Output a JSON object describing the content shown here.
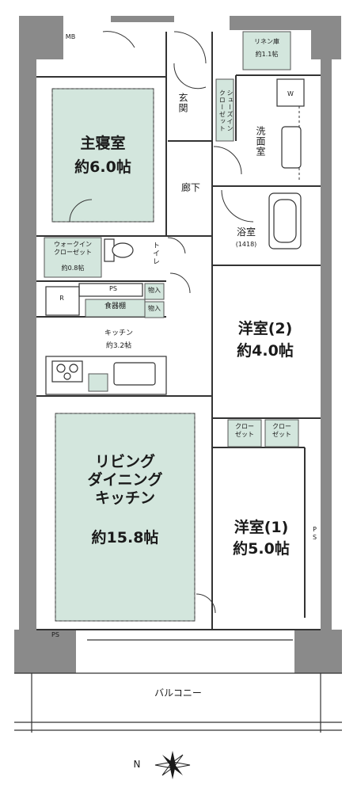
{
  "rooms": {
    "master_bedroom": {
      "name": "主寝室",
      "size": "約6.0帖"
    },
    "walk_in_closet": {
      "name": "ウォークイン\nクローゼット",
      "size": "約0.8帖"
    },
    "linen_storage": {
      "name": "リネン庫",
      "size": "約1.1帖"
    },
    "shoe_closet": {
      "name": "シューズイン\nクローゼット"
    },
    "entrance": {
      "name": "玄関"
    },
    "washroom": {
      "name": "洗面室"
    },
    "corridor": {
      "name": "廊下"
    },
    "bathroom": {
      "name": "浴室",
      "size": "(1418)"
    },
    "toilet": {
      "name": "トイレ"
    },
    "western_room_2": {
      "name": "洋室(2)",
      "size": "約4.0帖"
    },
    "western_room_1": {
      "name": "洋室(1)",
      "size": "約5.0帖"
    },
    "kitchen": {
      "name": "キッチン",
      "size": "約3.2帖"
    },
    "ldk": {
      "name": "リビング\nダイニング\nキッチン",
      "size": "約15.8帖"
    },
    "balcony": {
      "name": "バルコニー"
    }
  },
  "fixtures": {
    "mb": "MB",
    "ps_top": "PS",
    "ps_bottom": "PS",
    "ps_side": "PS",
    "refrigerator": "R",
    "dish_cabinet": "食器棚",
    "storage_a": "物入",
    "storage_b": "物入",
    "closet_a": "クロー\nゼット",
    "closet_b": "クロー\nゼット",
    "washer": "W"
  },
  "compass": {
    "north": "N"
  },
  "colors": {
    "room_fill": "#d3e6dd",
    "wall": "#8a8a8a",
    "line": "#333333"
  }
}
